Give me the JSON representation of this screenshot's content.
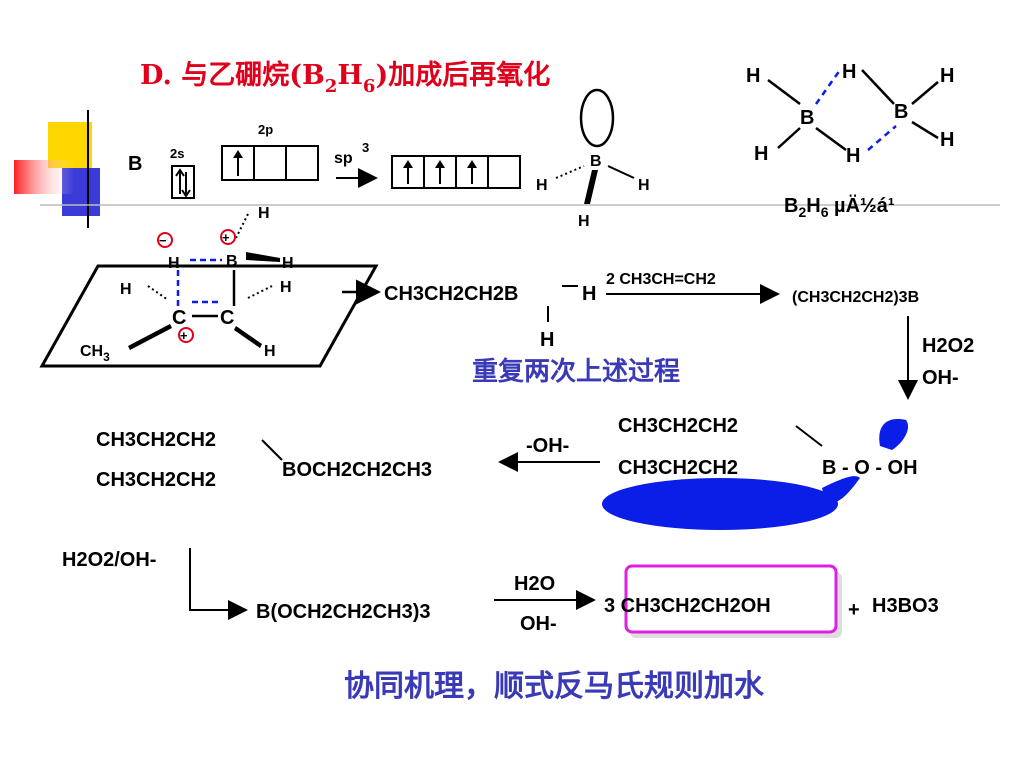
{
  "title": {
    "prefix": "D. 与乙硼烷(B",
    "sub2": "2",
    "mid": "H",
    "sub6": "6",
    "suffix": ")加成后再氧化"
  },
  "orbitals": {
    "b_label": "B",
    "s_label": "2s",
    "p_label": "2p",
    "hybrid_label": "sp",
    "hybrid_sup": "3"
  },
  "diborane": {
    "b_atom": "B",
    "h_atom": "H",
    "caption_b": "B",
    "caption_sub2": "2",
    "caption_h": "H",
    "caption_sub6": "6",
    "caption_garble": " µÄ½á¹"
  },
  "bh3_geometry": {
    "b_atom": "B",
    "h_atom": "H"
  },
  "transition_state": {
    "b_atom": "B",
    "c_atom": "C",
    "h_atom": "H",
    "ch3": "CH",
    "ch3_sub": "3",
    "neg": "−",
    "pos": "+"
  },
  "step1_product": {
    "main": "CH3CH2CH2B",
    "h_right": "H",
    "h_below": "H"
  },
  "reagent_propene": "2 CH3CH=CH2",
  "trialkylborane": "(CH3CH2CH2)3B",
  "peroxide_reagent": {
    "line1": "H2O2",
    "line2": "OH-"
  },
  "repeat_note": "重复两次上述过程",
  "peroxyborate": {
    "r1": "CH3CH2CH2",
    "r2": "CH3CH2CH2",
    "tail": "B - O - OH"
  },
  "minus_oh": "-OH-",
  "borinate": {
    "r1": "CH3CH2CH2",
    "r2": "CH3CH2CH2",
    "tail": "BOCH2CH2CH3"
  },
  "h2o2_oh_label": "H2O2/OH-",
  "borate_ester": "B(OCH2CH2CH3)3",
  "hydrolysis": {
    "top": "H2O",
    "bottom": "OH-"
  },
  "final_product": {
    "alcohol": "3 CH3CH2CH2OH",
    "plus": "+",
    "boric_acid": "H3BO3"
  },
  "summary": "协同机理，顺式反马氏规则加水",
  "colors": {
    "title_red": "#e0001b",
    "note_blue": "#3a3ab8",
    "arrow_blue": "#0a1ee8",
    "highlight_magenta": "#e020e0"
  }
}
